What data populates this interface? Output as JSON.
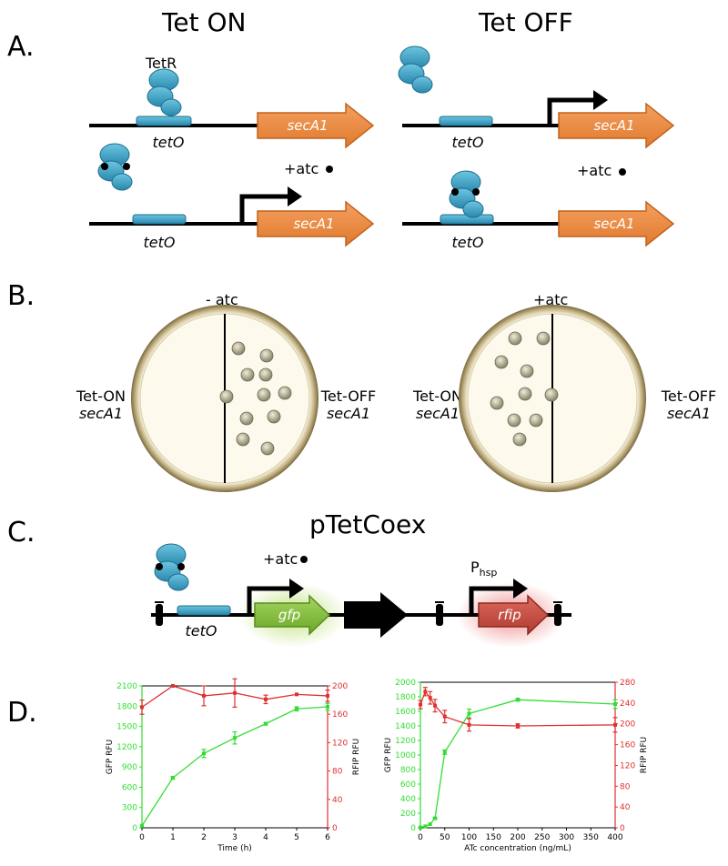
{
  "panel_A": {
    "letter": "A.",
    "tet_on_title": "Tet ON",
    "tet_off_title": "Tet OFF",
    "tetr_label": "TetR",
    "operator_label": "tetO",
    "gene_label": "secA1",
    "atc_label": "+atc"
  },
  "panel_B": {
    "letter": "B.",
    "left_plate_title": "- atc",
    "right_plate_title": "+atc",
    "tet_on_label": "Tet-ON",
    "tet_off_label": "Tet-OFF",
    "gene_label": "secA1"
  },
  "panel_C": {
    "letter": "C.",
    "title": "pTetCoex",
    "atc_label": "+atc",
    "operator_label": "tetO",
    "gfp_label": "gfp",
    "rfp_label": "rfip",
    "promoter_label": "P",
    "promoter_sub": "hsp"
  },
  "panel_D": {
    "letter": "D."
  },
  "colors": {
    "tetr": "#3a9fc2",
    "operator": "#4aa8c8",
    "gene_arrow": "#f0883a",
    "gfp": "#7cbf3a",
    "rfp": "#cc4a40",
    "gfp_series": "#33dd33",
    "rfp_series": "#e03030"
  },
  "chart_data": [
    {
      "type": "line",
      "xlabel": "Time (h)",
      "ylabel": "GFP RFU",
      "y2label": "RFIP RFU",
      "x": [
        0,
        1,
        2,
        3,
        4,
        5,
        6
      ],
      "xticks": [
        "0",
        "1",
        "2",
        "3",
        "4",
        "5",
        "6"
      ],
      "xlim": [
        0,
        6
      ],
      "ylim": [
        0,
        2100
      ],
      "yticks": [
        "0",
        "300",
        "600",
        "900",
        "1200",
        "1500",
        "1800",
        "2100"
      ],
      "y2lim": [
        0,
        200
      ],
      "y2ticks": [
        "0",
        "40",
        "80",
        "120",
        "160",
        "200"
      ],
      "series": [
        {
          "axis": "left",
          "color": "#33dd33",
          "values": [
            30,
            740,
            1100,
            1330,
            1540,
            1760,
            1790
          ],
          "errors": [
            0,
            20,
            60,
            90,
            20,
            30,
            50
          ]
        },
        {
          "axis": "right",
          "color": "#e03030",
          "values": [
            170,
            200,
            186,
            190,
            181,
            188,
            186
          ],
          "errors": [
            10,
            0,
            14,
            20,
            6,
            0,
            8
          ]
        }
      ]
    },
    {
      "type": "line",
      "xlabel": "ATc concentration (ng/mL)",
      "ylabel": "GFP RFU",
      "y2label": "RFIP RFU",
      "x": [
        0,
        10,
        20,
        30,
        50,
        100,
        200,
        400
      ],
      "xticks": [
        "0",
        "50",
        "100",
        "150",
        "200",
        "250",
        "300",
        "350",
        "400"
      ],
      "xlim": [
        0,
        400
      ],
      "ylim": [
        0,
        2000
      ],
      "yticks": [
        "0",
        "200",
        "400",
        "600",
        "800",
        "1000",
        "1200",
        "1400",
        "1600",
        "1800",
        "2000"
      ],
      "y2lim": [
        0,
        280
      ],
      "y2ticks": [
        "0",
        "40",
        "80",
        "120",
        "160",
        "200",
        "240",
        "280"
      ],
      "series": [
        {
          "axis": "left",
          "color": "#33dd33",
          "values": [
            5,
            20,
            50,
            130,
            1040,
            1570,
            1760,
            1700
          ],
          "errors": [
            0,
            0,
            0,
            10,
            30,
            60,
            20,
            60
          ]
        },
        {
          "axis": "right",
          "color": "#e03030",
          "values": [
            237,
            262,
            250,
            235,
            214,
            198,
            196,
            198
          ],
          "errors": [
            8,
            8,
            12,
            12,
            12,
            12,
            4,
            14
          ]
        }
      ]
    }
  ]
}
